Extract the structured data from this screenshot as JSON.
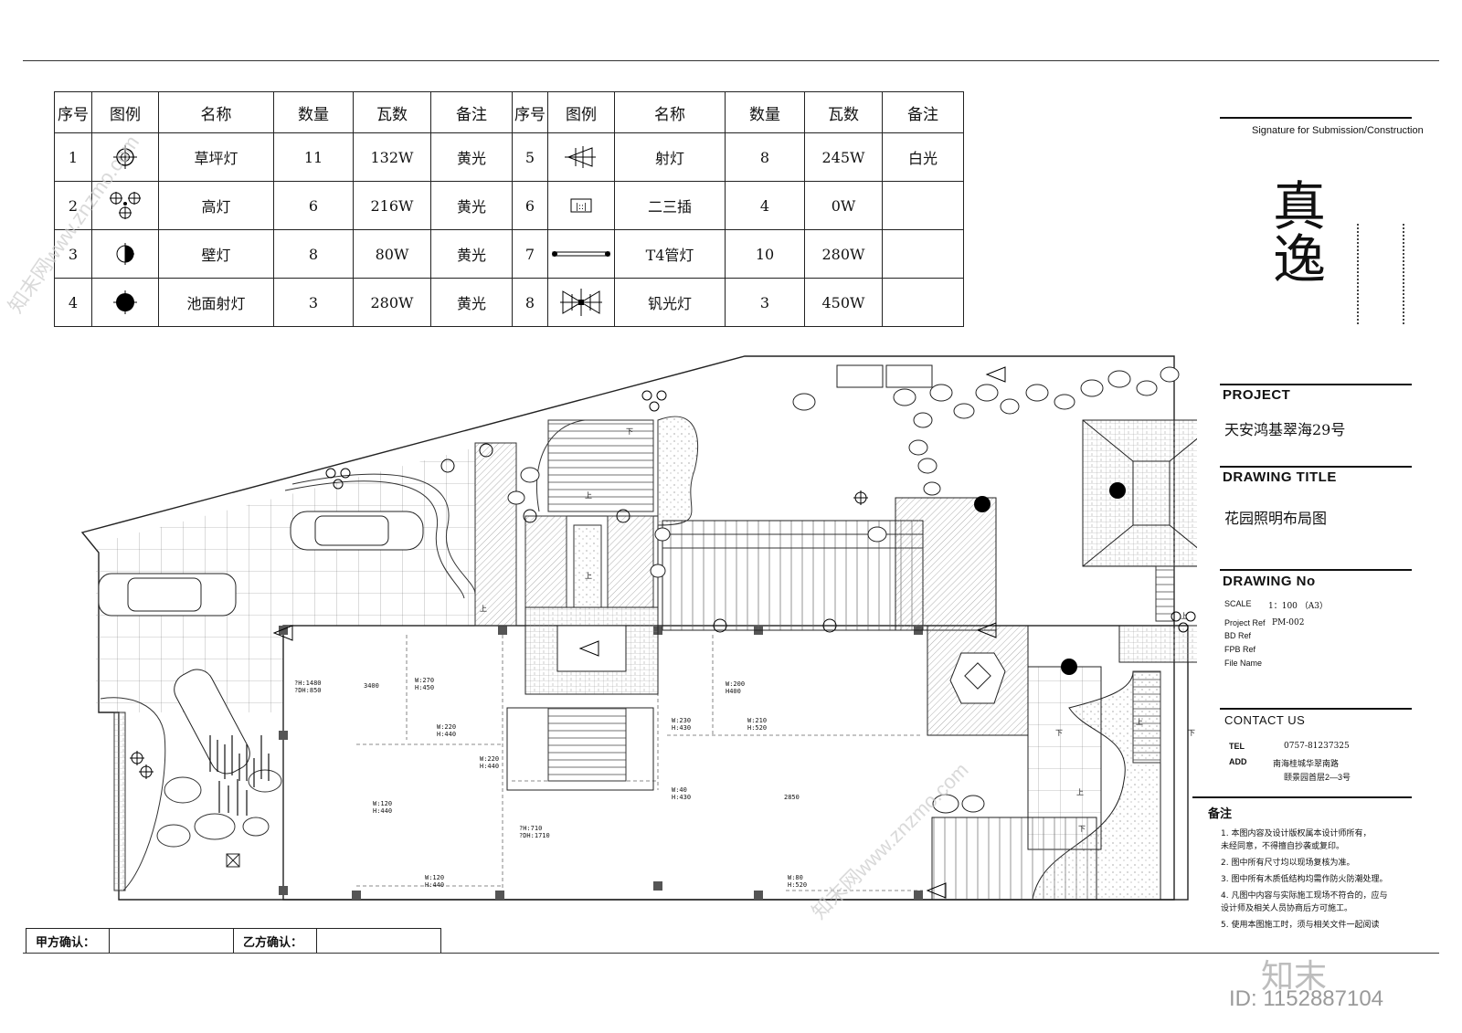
{
  "legend": {
    "headers": [
      "序号",
      "图例",
      "名称",
      "数量",
      "瓦数",
      "备注"
    ],
    "rows_left": [
      {
        "no": "1",
        "icon": "lawn-light-icon",
        "name": "草坪灯",
        "qty": "11",
        "watt": "132W",
        "note": "黄光"
      },
      {
        "no": "2",
        "icon": "high-light-icon",
        "name": "高灯",
        "qty": "6",
        "watt": "216W",
        "note": "黄光"
      },
      {
        "no": "3",
        "icon": "wall-light-icon",
        "name": "壁灯",
        "qty": "8",
        "watt": "80W",
        "note": "黄光"
      },
      {
        "no": "4",
        "icon": "pool-spotlight-icon",
        "name": "池面射灯",
        "qty": "3",
        "watt": "280W",
        "note": "黄光"
      }
    ],
    "rows_right": [
      {
        "no": "5",
        "icon": "spotlight-icon",
        "name": "射灯",
        "qty": "8",
        "watt": "245W",
        "note": "白光"
      },
      {
        "no": "6",
        "icon": "socket-icon",
        "name": "二三插",
        "qty": "4",
        "watt": "0W",
        "note": ""
      },
      {
        "no": "7",
        "icon": "t4-tube-icon",
        "name": "T4管灯",
        "qty": "10",
        "watt": "280W",
        "note": ""
      },
      {
        "no": "8",
        "icon": "halide-light-icon",
        "name": "钒光灯",
        "qty": "3",
        "watt": "450W",
        "note": ""
      }
    ]
  },
  "plan": {
    "dims": [
      "?H:1480",
      "?DH:850",
      "W:270",
      "H:450",
      "3400",
      "W:220",
      "H:440",
      "W:200",
      "H400",
      "W:230",
      "H:430",
      "W:210",
      "H:520",
      "W:220",
      "H:440",
      "W:120",
      "H:440",
      "?H:710",
      "?DH:1710",
      "W:40",
      "H:430",
      "2850",
      "W:120",
      "H:440",
      "W:80",
      "H:520"
    ],
    "marks": [
      "上",
      "下",
      "上",
      "上",
      "下",
      "上",
      "上",
      "上",
      "下",
      "下"
    ]
  },
  "title_block": {
    "signature_heading": "Signature for Submission/Construction",
    "logo_text": "真逸",
    "project_label": "PROJECT",
    "project_value": "天安鸿基翠海29号",
    "drawing_title_label": "DRAWING  TITLE",
    "drawing_title_value": "花园照明布局图",
    "drawing_no_label": "DRAWING No",
    "scale_label": "SCALE",
    "scale_value": "1：100 （A3）",
    "project_ref_label": "Project Ref",
    "project_ref_value": "PM-002",
    "bd_ref_label": "BD Ref",
    "fpb_ref_label": "FPB Ref",
    "file_name_label": "File Name",
    "contact_label": "CONTACT  US",
    "tel_label": "TEL",
    "tel_value": "0757-81237325",
    "add_label": "ADD",
    "add_line1": "南海桂城华翠南路",
    "add_line2": "颐景园首层2—3号",
    "notes_label": "备注",
    "notes": [
      "1.  本图内容及设计版权属本设计师所有，",
      "     未经同意，不得擅自抄袭或复印。",
      "2.  图中所有尺寸均以现场复核为准。",
      "3.  图中所有木质低结构均需作防火防潮处理。",
      "4.  凡图中内容与实际施工现场不符合的，应与",
      "     设计师及相关人员协商后方可施工。",
      "5.  使用本图施工时，须与相关文件一起阅读"
    ]
  },
  "signoff": {
    "party_a": "甲方确认：",
    "party_b": "乙方确认："
  },
  "watermark": {
    "id_text": "ID: 1152887104",
    "brand": "知末",
    "site": "知末网www.znzmo.com"
  }
}
